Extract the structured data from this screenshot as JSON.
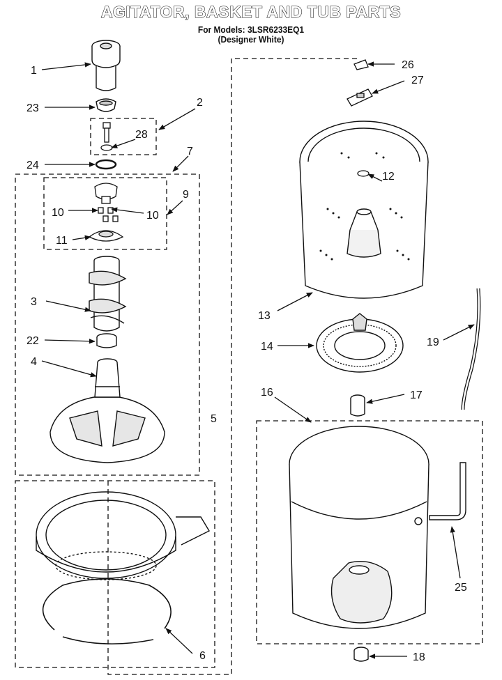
{
  "title": "AGITATOR, BASKET AND TUB PARTS",
  "subtitle_models": "For Models: 3LSR6233EQ1",
  "subtitle_color": "(Designer White)",
  "callouts": [
    "1",
    "23",
    "2",
    "28",
    "24",
    "7",
    "9",
    "10",
    "10",
    "11",
    "3",
    "22",
    "4",
    "5",
    "6",
    "26",
    "27",
    "12",
    "13",
    "14",
    "19",
    "16",
    "17",
    "25",
    "18"
  ]
}
